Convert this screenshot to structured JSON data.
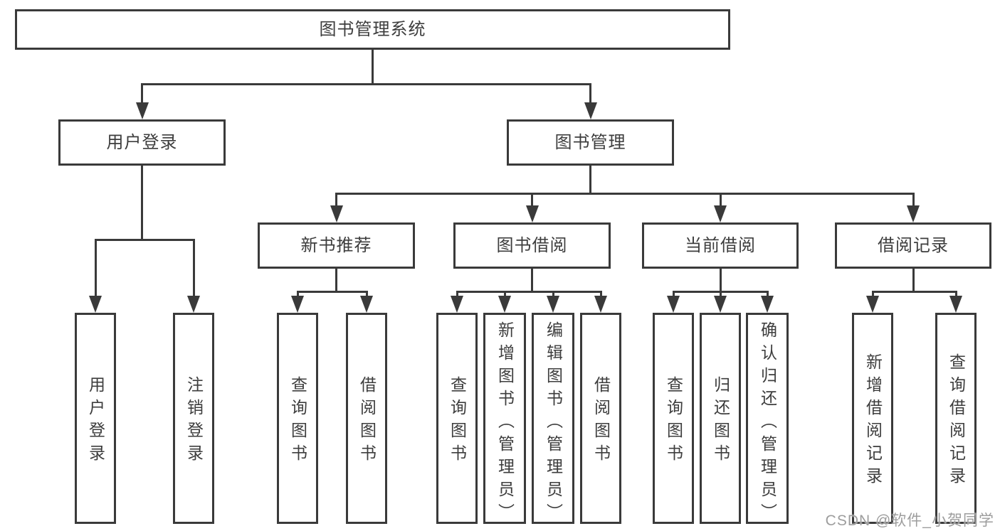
{
  "diagram": {
    "tree": {
      "id": "root",
      "label": "图书管理系统",
      "children": [
        {
          "id": "user-login",
          "label": "用户登录",
          "children": [
            {
              "id": "leaf-user-login",
              "label": "用户登录"
            },
            {
              "id": "leaf-logout",
              "label": "注销登录"
            }
          ]
        },
        {
          "id": "book-mgmt",
          "label": "图书管理",
          "children": [
            {
              "id": "new-book-rec",
              "label": "新书推荐",
              "children": [
                {
                  "id": "leaf-query-book-1",
                  "label": "查询图书"
                },
                {
                  "id": "leaf-borrow-book-1",
                  "label": "借阅图书"
                }
              ]
            },
            {
              "id": "book-borrow",
              "label": "图书借阅",
              "children": [
                {
                  "id": "leaf-query-book-2",
                  "label": "查询图书"
                },
                {
                  "id": "leaf-add-book",
                  "label": "新增图书（管理员）"
                },
                {
                  "id": "leaf-edit-book",
                  "label": "编辑图书（管理员）"
                },
                {
                  "id": "leaf-borrow-book-2",
                  "label": "借阅图书"
                }
              ]
            },
            {
              "id": "current-borrow",
              "label": "当前借阅",
              "children": [
                {
                  "id": "leaf-query-book-3",
                  "label": "查询图书"
                },
                {
                  "id": "leaf-return-book",
                  "label": "归还图书"
                },
                {
                  "id": "leaf-confirm-return",
                  "label": "确认归还（管理员）"
                }
              ]
            },
            {
              "id": "borrow-records",
              "label": "借阅记录",
              "children": [
                {
                  "id": "leaf-add-record",
                  "label": "新增借阅记录"
                },
                {
                  "id": "leaf-query-record",
                  "label": "查询借阅记录"
                }
              ]
            }
          ]
        }
      ]
    }
  },
  "watermark": {
    "text": "CSDN @软件_小贺同学"
  },
  "colors": {
    "line": "#3a3a3a",
    "text": "#3d3d3d",
    "watermark": "#9d9d9d",
    "background": "#ffffff"
  }
}
